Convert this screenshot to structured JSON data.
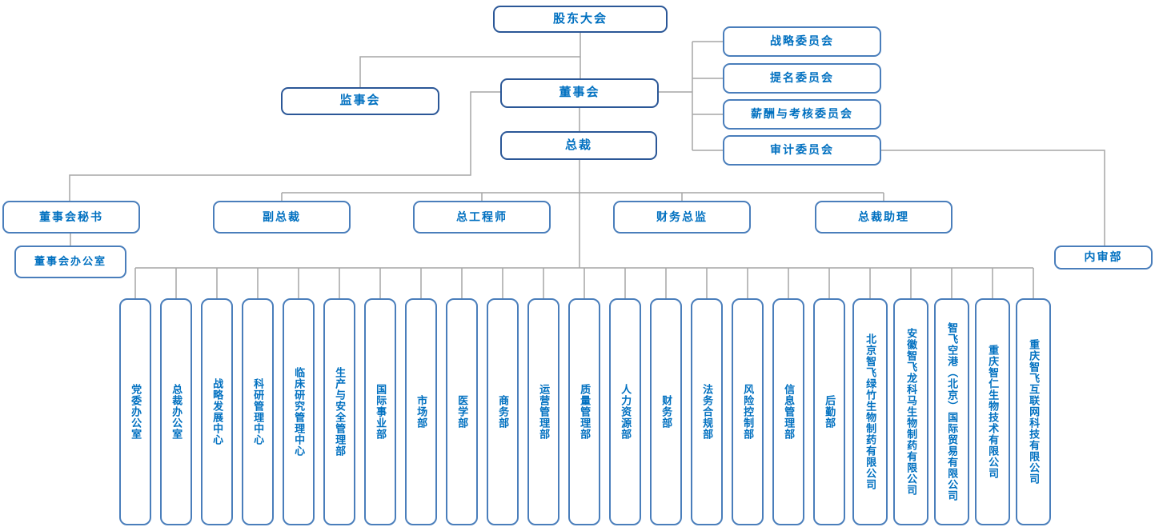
{
  "org": {
    "shareholders": "股东大会",
    "supervisory": "监事会",
    "board": "董事会",
    "president": "总裁",
    "committees": [
      "战略委员会",
      "提名委员会",
      "薪酬与考核委员会",
      "审计委员会"
    ],
    "executives": [
      "董事会秘书",
      "副总裁",
      "总工程师",
      "财务总监",
      "总裁助理"
    ],
    "board_office": "董事会办公室",
    "internal_audit": "内审部",
    "departments": [
      "党委办公室",
      "总裁办公室",
      "战略发展中心",
      "科研管理中心",
      "临床研究管理中心",
      "生产与安全管理部",
      "国际事业部",
      "市场部",
      "医学部",
      "商务部",
      "运营管理部",
      "质量管理部",
      "人力资源部",
      "财务部",
      "法务合规部",
      "风险控制部",
      "信息管理部",
      "后勤部",
      "北京智飞绿竹生物制药有限公司",
      "安徽智飞龙科马生物制药有限公司",
      "智飞空港（北京）国际贸易有限公司",
      "重庆智仁生物技术有限公司",
      "重庆智飞互联网科技有限公司"
    ]
  },
  "colors": {
    "node_border_dark": "#2b5797",
    "node_border": "#4a7ebb",
    "text": "#0070c0",
    "connector": "#a6a6a6"
  }
}
